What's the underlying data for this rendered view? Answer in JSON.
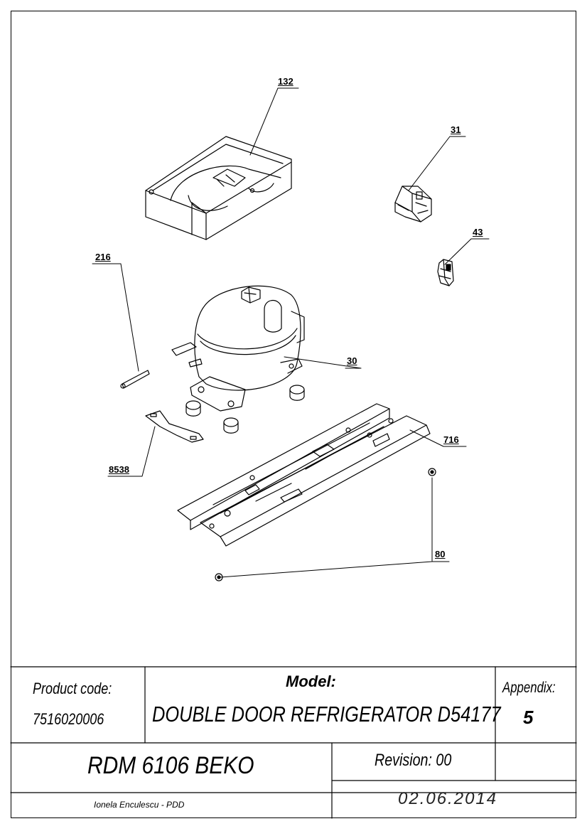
{
  "callouts": {
    "c132": "132",
    "c31": "31",
    "c43": "43",
    "c216": "216",
    "c30": "30",
    "c716": "716",
    "c8538": "8538",
    "c80": "80"
  },
  "title_block": {
    "product_code_label": "Product code:",
    "product_code": "7516020006",
    "model_label": "Model:",
    "model": "DOUBLE DOOR REFRIGERATOR D54177",
    "appendix_label": "Appendix:",
    "appendix": "5",
    "brand_model": "RDM 6106 BEKO",
    "revision": "Revision: 00",
    "author": "Ionela Enculescu - PDD",
    "date": "02.06.2014"
  }
}
